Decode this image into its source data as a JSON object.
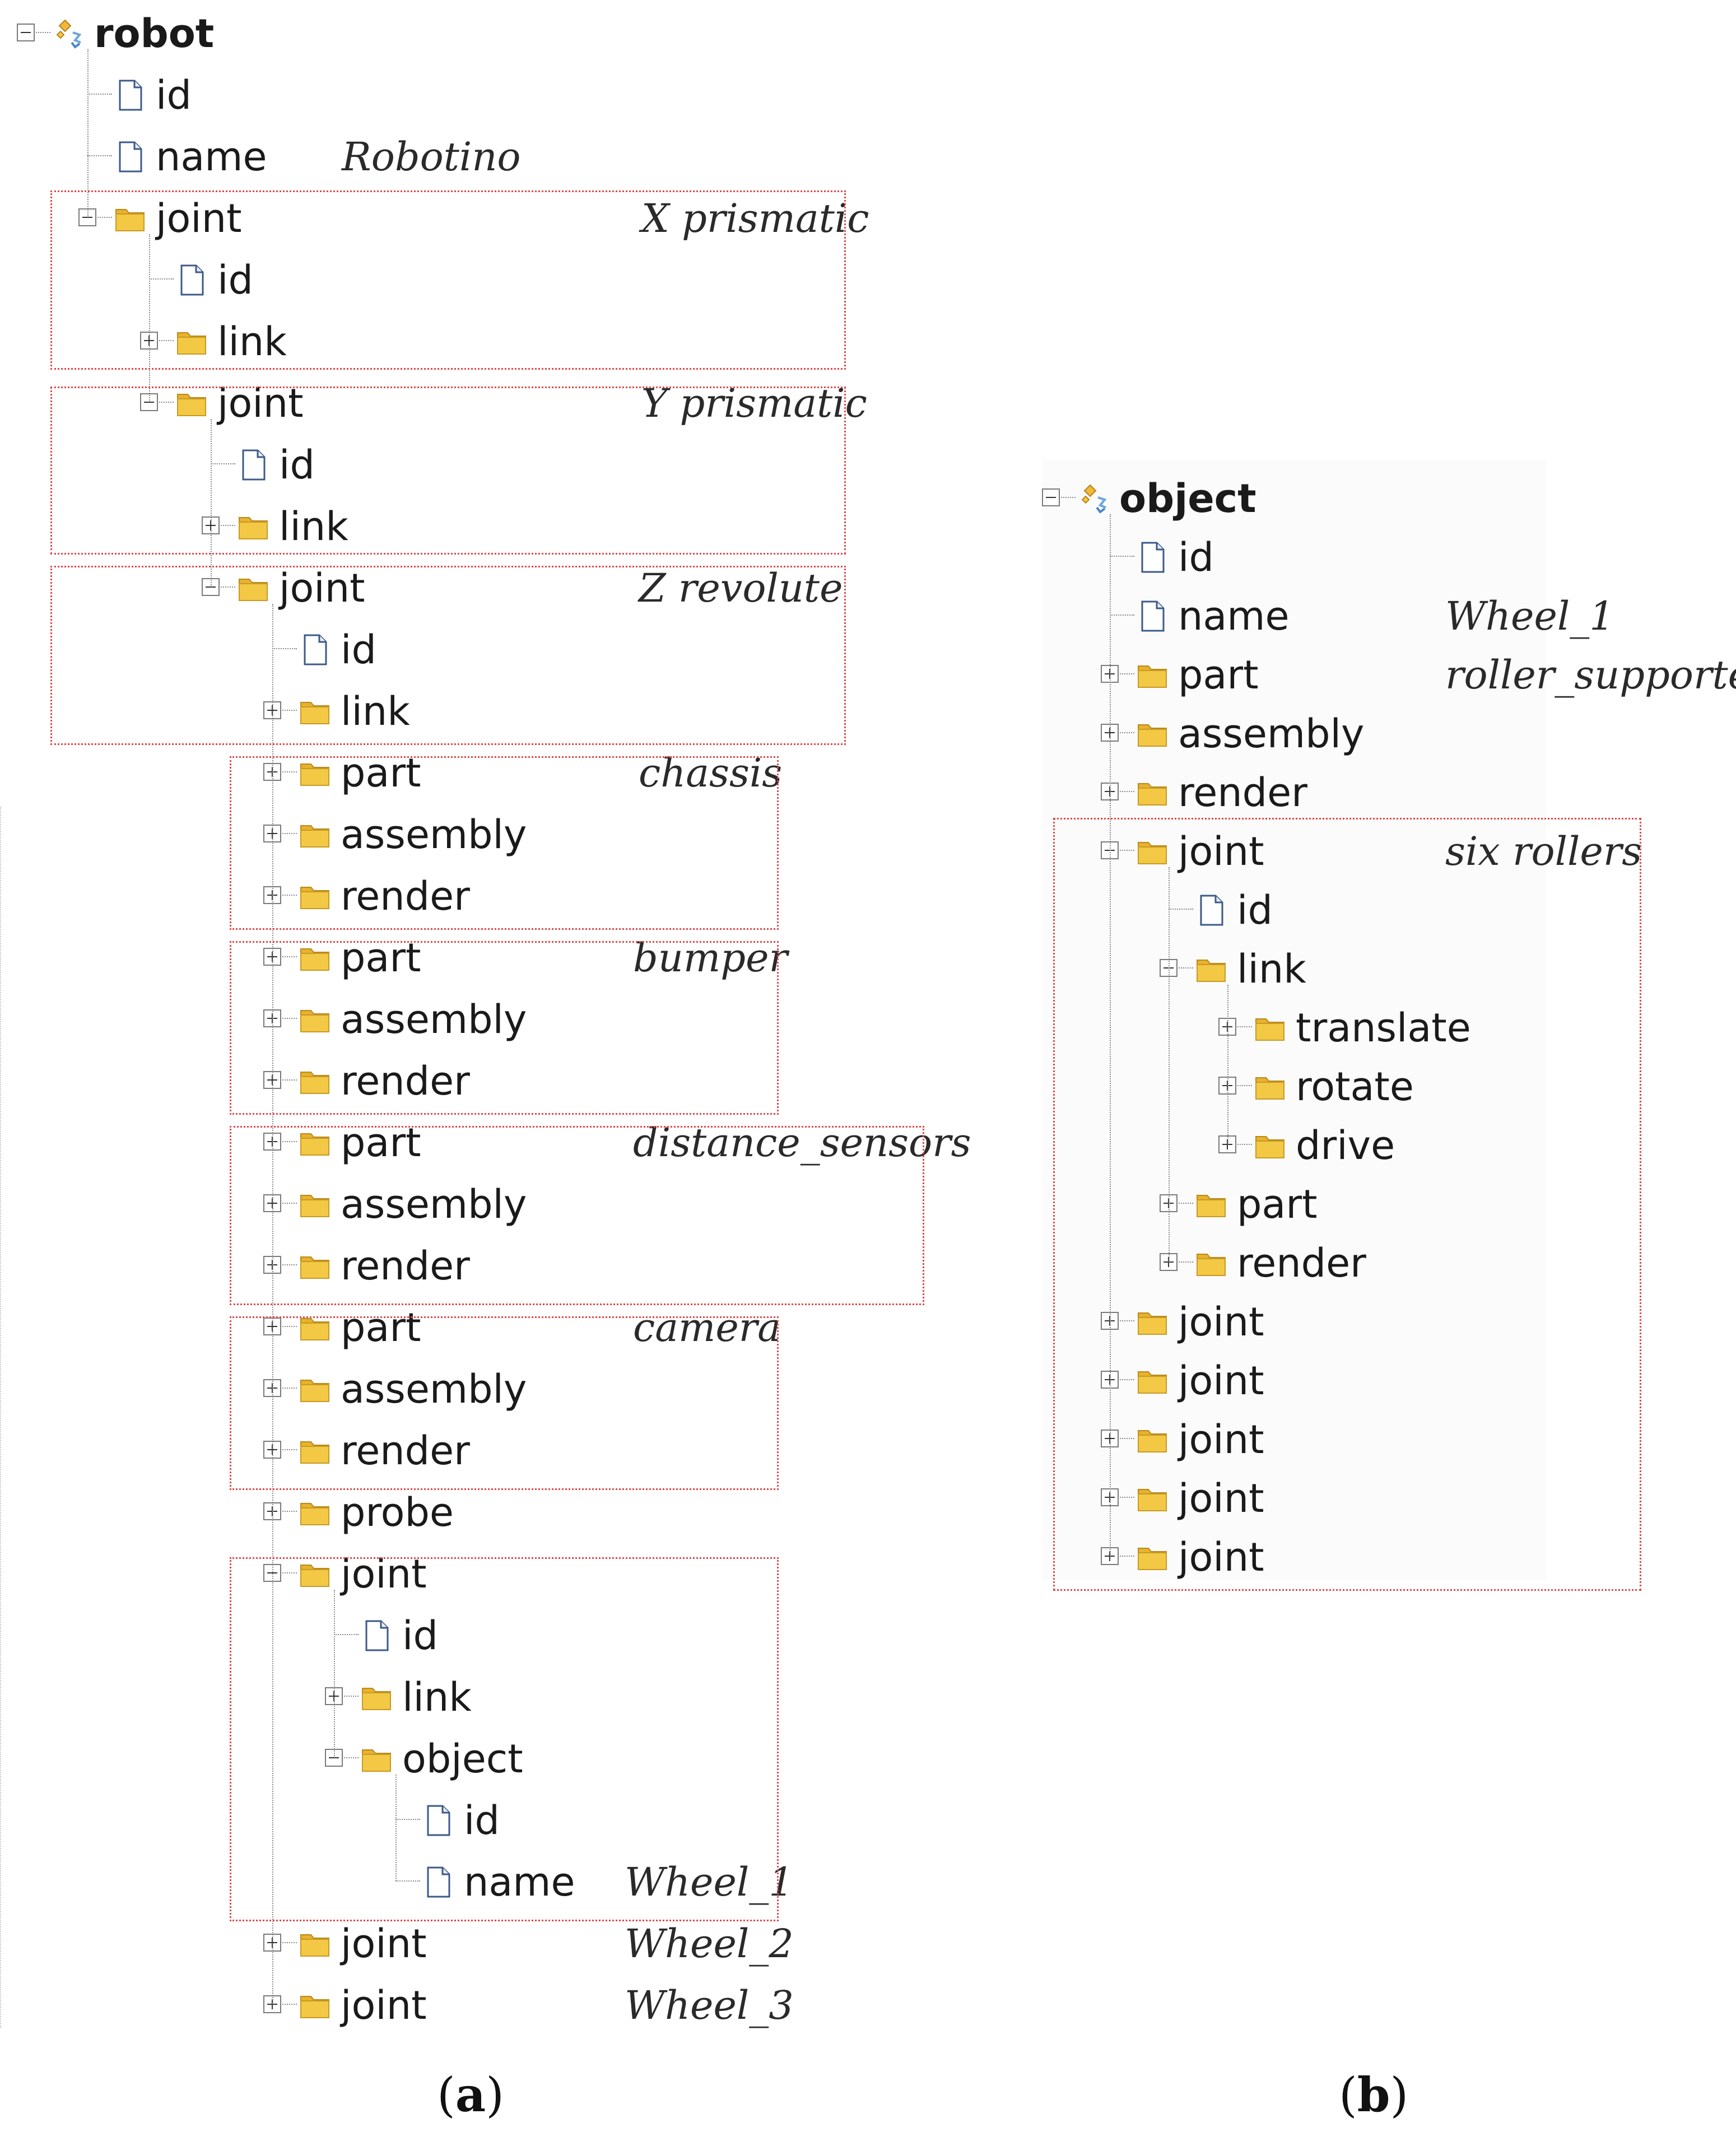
{
  "panel_a": {
    "nodes": [
      {
        "id": "a0",
        "label": "robot",
        "icon": "robot-schema-icon",
        "depth": 0,
        "toggle": "minus",
        "bold": true
      },
      {
        "id": "a1",
        "label": "id",
        "icon": "document-icon",
        "depth": 1
      },
      {
        "id": "a2",
        "label": "name",
        "icon": "document-icon",
        "depth": 1,
        "annotation": "Robotino"
      },
      {
        "id": "a3",
        "label": "joint",
        "icon": "folder-icon",
        "depth": 1,
        "toggle": "minus",
        "annotation": "X prismatic"
      },
      {
        "id": "a4",
        "label": "id",
        "icon": "document-icon",
        "depth": 2
      },
      {
        "id": "a5",
        "label": "link",
        "icon": "folder-icon",
        "depth": 2,
        "toggle": "plus"
      },
      {
        "id": "a6",
        "label": "joint",
        "icon": "folder-icon",
        "depth": 2,
        "toggle": "minus",
        "annotation": "Y prismatic"
      },
      {
        "id": "a7",
        "label": "id",
        "icon": "document-icon",
        "depth": 3
      },
      {
        "id": "a8",
        "label": "link",
        "icon": "folder-icon",
        "depth": 3,
        "toggle": "plus"
      },
      {
        "id": "a9",
        "label": "joint",
        "icon": "folder-icon",
        "depth": 3,
        "toggle": "minus",
        "annotation": "Z revolute"
      },
      {
        "id": "a10",
        "label": "id",
        "icon": "document-icon",
        "depth": 4
      },
      {
        "id": "a11",
        "label": "link",
        "icon": "folder-icon",
        "depth": 4,
        "toggle": "plus"
      },
      {
        "id": "a12",
        "label": "part",
        "icon": "folder-icon",
        "depth": 4,
        "toggle": "plus",
        "annotation": "chassis"
      },
      {
        "id": "a13",
        "label": "assembly",
        "icon": "folder-icon",
        "depth": 4,
        "toggle": "plus"
      },
      {
        "id": "a14",
        "label": "render",
        "icon": "folder-icon",
        "depth": 4,
        "toggle": "plus"
      },
      {
        "id": "a15",
        "label": "part",
        "icon": "folder-icon",
        "depth": 4,
        "toggle": "plus",
        "annotation": "bumper"
      },
      {
        "id": "a16",
        "label": "assembly",
        "icon": "folder-icon",
        "depth": 4,
        "toggle": "plus"
      },
      {
        "id": "a17",
        "label": "render",
        "icon": "folder-icon",
        "depth": 4,
        "toggle": "plus"
      },
      {
        "id": "a18",
        "label": "part",
        "icon": "folder-icon",
        "depth": 4,
        "toggle": "plus",
        "annotation": "distance_sensors"
      },
      {
        "id": "a19",
        "label": "assembly",
        "icon": "folder-icon",
        "depth": 4,
        "toggle": "plus"
      },
      {
        "id": "a20",
        "label": "render",
        "icon": "folder-icon",
        "depth": 4,
        "toggle": "plus"
      },
      {
        "id": "a21",
        "label": "part",
        "icon": "folder-icon",
        "depth": 4,
        "toggle": "plus",
        "annotation": "camera"
      },
      {
        "id": "a22",
        "label": "assembly",
        "icon": "folder-icon",
        "depth": 4,
        "toggle": "plus"
      },
      {
        "id": "a23",
        "label": "render",
        "icon": "folder-icon",
        "depth": 4,
        "toggle": "plus"
      },
      {
        "id": "a24",
        "label": "probe",
        "icon": "folder-icon",
        "depth": 4,
        "toggle": "plus"
      },
      {
        "id": "a25",
        "label": "joint",
        "icon": "folder-icon",
        "depth": 4,
        "toggle": "minus"
      },
      {
        "id": "a26",
        "label": "id",
        "icon": "document-icon",
        "depth": 5
      },
      {
        "id": "a27",
        "label": "link",
        "icon": "folder-icon",
        "depth": 5,
        "toggle": "plus"
      },
      {
        "id": "a28",
        "label": "object",
        "icon": "folder-icon",
        "depth": 5,
        "toggle": "minus"
      },
      {
        "id": "a29",
        "label": "id",
        "icon": "document-icon",
        "depth": 6
      },
      {
        "id": "a30",
        "label": "name",
        "icon": "document-icon",
        "depth": 6,
        "annotation": "Wheel_1"
      },
      {
        "id": "a31",
        "label": "joint",
        "icon": "folder-icon",
        "depth": 4,
        "toggle": "plus",
        "annotation": "Wheel_2"
      },
      {
        "id": "a32",
        "label": "joint",
        "icon": "folder-icon",
        "depth": 4,
        "toggle": "plus",
        "annotation": "Wheel_3"
      }
    ],
    "caption": "a"
  },
  "panel_b": {
    "nodes": [
      {
        "id": "b0",
        "label": "object",
        "icon": "object-schema-icon",
        "depth": 0,
        "toggle": "minus",
        "bold": true
      },
      {
        "id": "b1",
        "label": "id",
        "icon": "document-icon",
        "depth": 1
      },
      {
        "id": "b2",
        "label": "name",
        "icon": "document-icon",
        "depth": 1,
        "annotation": "Wheel_1"
      },
      {
        "id": "b3",
        "label": "part",
        "icon": "folder-icon",
        "depth": 1,
        "toggle": "plus",
        "annotation": "roller_supporter"
      },
      {
        "id": "b4",
        "label": "assembly",
        "icon": "folder-icon",
        "depth": 1,
        "toggle": "plus"
      },
      {
        "id": "b5",
        "label": "render",
        "icon": "folder-icon",
        "depth": 1,
        "toggle": "plus"
      },
      {
        "id": "b6",
        "label": "joint",
        "icon": "folder-icon",
        "depth": 1,
        "toggle": "minus",
        "annotation": "six rollers"
      },
      {
        "id": "b7",
        "label": "id",
        "icon": "document-icon",
        "depth": 2
      },
      {
        "id": "b8",
        "label": "link",
        "icon": "folder-icon",
        "depth": 2,
        "toggle": "minus"
      },
      {
        "id": "b9",
        "label": "translate",
        "icon": "folder-icon",
        "depth": 3,
        "toggle": "plus"
      },
      {
        "id": "b10",
        "label": "rotate",
        "icon": "folder-icon",
        "depth": 3,
        "toggle": "plus"
      },
      {
        "id": "b11",
        "label": "drive",
        "icon": "folder-icon",
        "depth": 3,
        "toggle": "plus"
      },
      {
        "id": "b12",
        "label": "part",
        "icon": "folder-icon",
        "depth": 2,
        "toggle": "plus"
      },
      {
        "id": "b13",
        "label": "render",
        "icon": "folder-icon",
        "depth": 2,
        "toggle": "plus"
      },
      {
        "id": "b14",
        "label": "joint",
        "icon": "folder-icon",
        "depth": 1,
        "toggle": "plus"
      },
      {
        "id": "b15",
        "label": "joint",
        "icon": "folder-icon",
        "depth": 1,
        "toggle": "plus"
      },
      {
        "id": "b16",
        "label": "joint",
        "icon": "folder-icon",
        "depth": 1,
        "toggle": "plus"
      },
      {
        "id": "b17",
        "label": "joint",
        "icon": "folder-icon",
        "depth": 1,
        "toggle": "plus"
      },
      {
        "id": "b18",
        "label": "joint",
        "icon": "folder-icon",
        "depth": 1,
        "toggle": "plus"
      }
    ],
    "caption": "b"
  },
  "colors": {
    "box_border": "#e04848",
    "folder_fill": "#f3c845",
    "folder_tab": "#e8b12f",
    "document_stroke": "#3c5a8a"
  }
}
